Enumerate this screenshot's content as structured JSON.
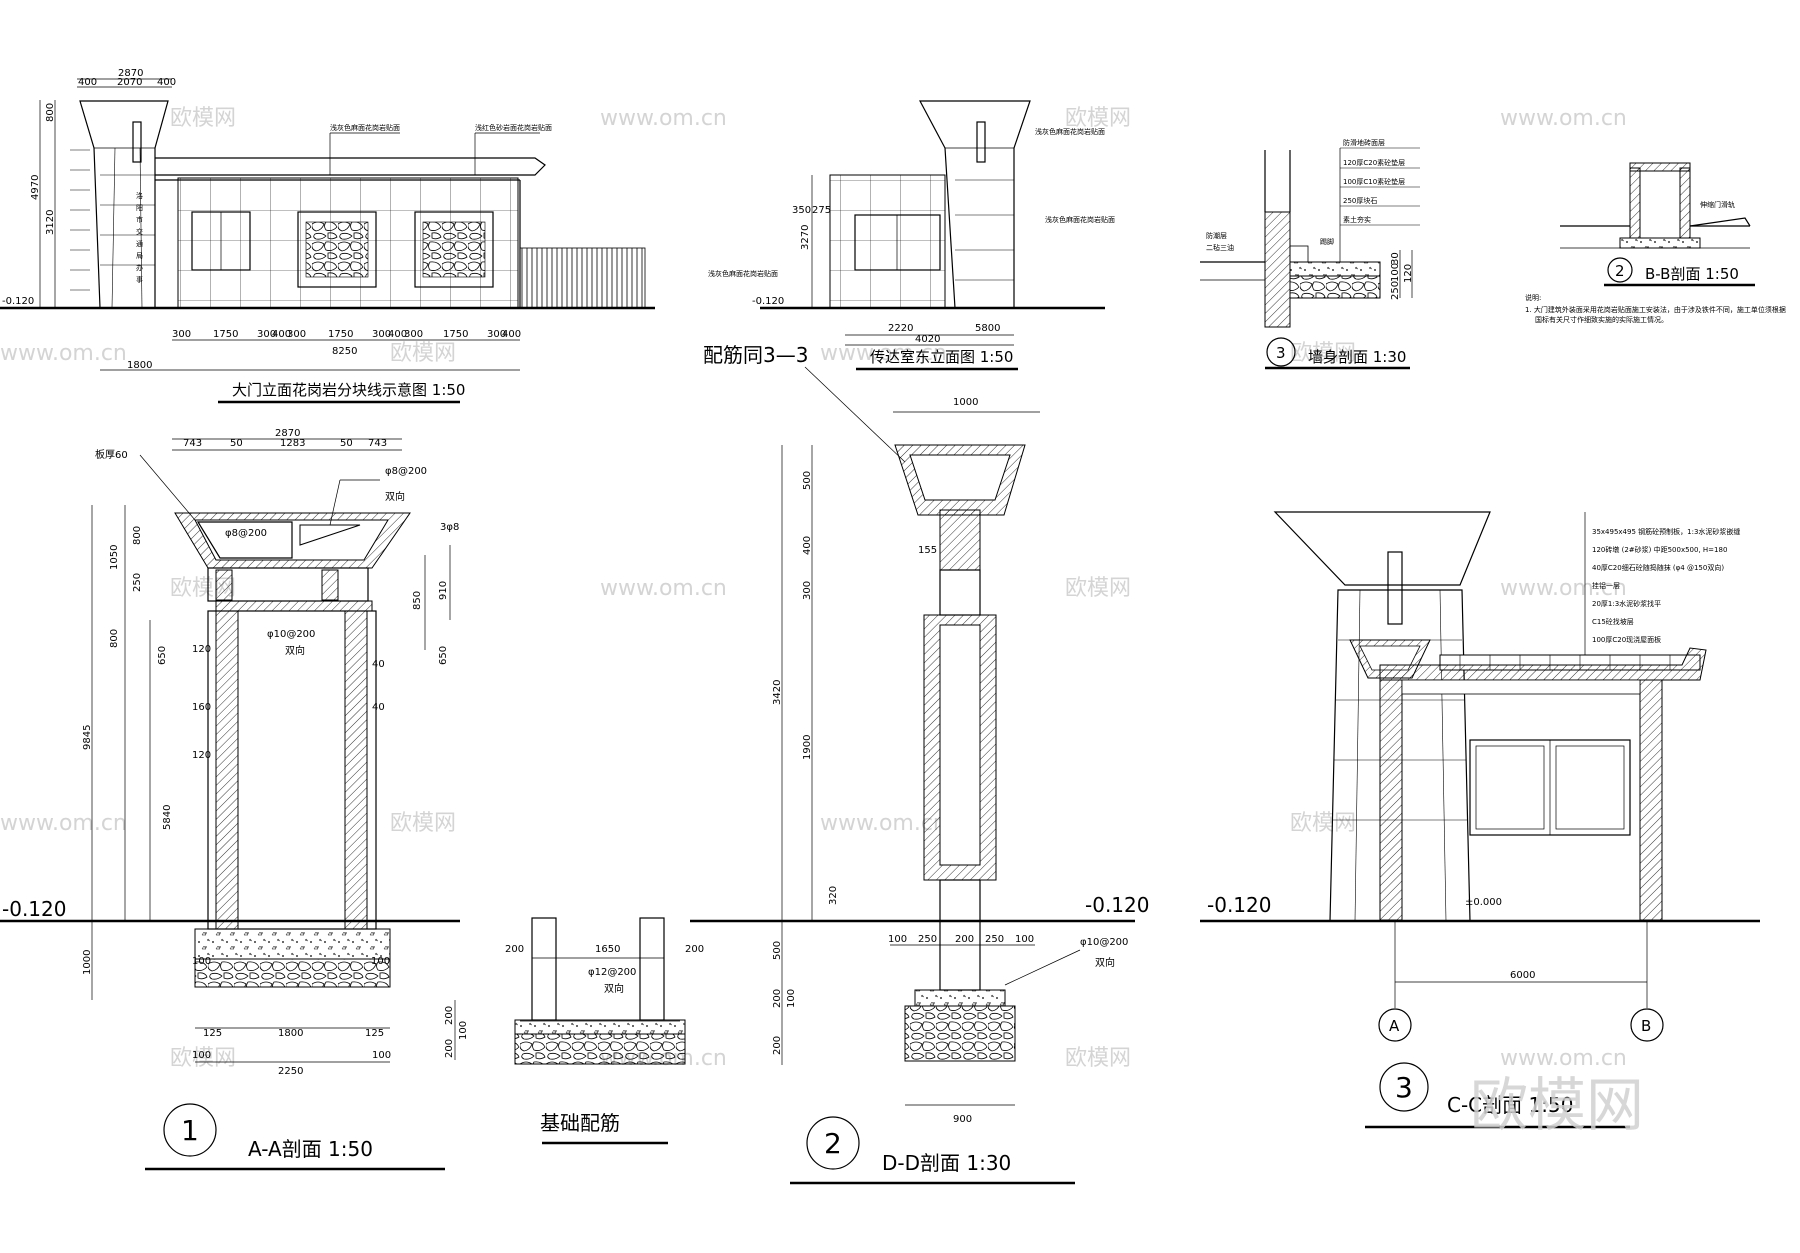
{
  "watermarks": {
    "brand": "欧模网",
    "url": "www.om.cn",
    "corner_logo": "欧模网"
  },
  "drawings": {
    "gate_elevation": {
      "title": "大门立面花岗岩分块线示意图  1:50",
      "level": "-0.120",
      "dims_top": [
        "2870",
        "400",
        "2070",
        "400"
      ],
      "dims_left": [
        "800",
        "4970",
        "3120"
      ],
      "dims_bottom": [
        "300",
        "1750",
        "300",
        "400",
        "300",
        "1750",
        "300",
        "400",
        "300",
        "1750",
        "300",
        "400"
      ],
      "dim_total": "8250",
      "dim_left_bottom": "1800",
      "notes": [
        "浅灰色麻面花岗岩贴面",
        "浅红色砂岩面花岗岩贴面"
      ]
    },
    "east_elevation": {
      "title": "传达室东立面图  1:50",
      "level": "-0.120",
      "dims_bottom": [
        "2220",
        "5800",
        "4020"
      ],
      "dims_left": [
        "3270",
        "350",
        "275"
      ],
      "notes": [
        "浅灰色麻面花岗岩贴面",
        "浅灰色麻面花岗岩贴面",
        "浅灰色麻面花岗岩贴面"
      ]
    },
    "wall_section": {
      "num": "3",
      "title": "墙身剖面  1:30",
      "layers": [
        "防滑地砖面层",
        "120厚C20素砼垫层",
        "100厚C10素砼垫层",
        "250厚块石",
        "素土夯实"
      ],
      "labels": [
        "防潮层",
        "二毡三油",
        "踢脚"
      ],
      "dims": [
        "30",
        "100",
        "250",
        "120"
      ]
    },
    "bb_section": {
      "num": "2",
      "title": "B-B剖面  1:50",
      "note_label": "伸缩门滑轨"
    },
    "notes": {
      "heading": "说明:",
      "text": "1. 大门建筑外装面采用花岗岩贴面施工安装法，由于涉及铁件不同，施工单位须根据",
      "text2": "国标有关尺寸作细致实施的实际施工情况。"
    },
    "aa_section": {
      "num": "1",
      "title": "A-A剖面   1:50",
      "level": "-0.120",
      "plate": "板厚60",
      "rebar": [
        "φ8@200",
        "φ8@200",
        "双向",
        "3φ8",
        "φ10@200",
        "双向"
      ],
      "dims_top": [
        "2870",
        "743",
        "50",
        "1283",
        "50",
        "743"
      ],
      "dims_left": [
        "1050",
        "800",
        "250",
        "800",
        "650",
        "120",
        "160",
        "120",
        "5840",
        "9845",
        "1000"
      ],
      "dims_right": [
        "850",
        "910",
        "650",
        "40",
        "40"
      ],
      "dims_bottom": [
        "100",
        "100",
        "1800",
        "125",
        "125",
        "100",
        "100",
        "2250"
      ]
    },
    "foundation": {
      "title": "基础配筋",
      "dims": [
        "200",
        "1650",
        "200",
        "200",
        "200",
        "100"
      ],
      "rebar": [
        "φ12@200",
        "双向"
      ]
    },
    "dd_section": {
      "num": "2",
      "title": "D-D剖面   1:30",
      "level": "-0.120",
      "ref": "配筋同3—3",
      "rebar": [
        "φ10@200",
        "双向"
      ],
      "dims_top": [
        "1000"
      ],
      "dims_left": [
        "500",
        "400",
        "300",
        "3420",
        "1900",
        "320",
        "500",
        "200",
        "100",
        "200"
      ],
      "dims_bottom": [
        "100",
        "250",
        "200",
        "250",
        "100",
        "900"
      ],
      "dim_155": "155"
    },
    "cc_section": {
      "num": "3",
      "title": "C-C剖面  1:50",
      "level": "-0.120",
      "floor": "±0.000",
      "axis_a": "A",
      "axis_b": "B",
      "span": "6000",
      "roof_layers": [
        "35x495x495 钢筋砼预制板，1:3水泥砂浆嵌缝",
        "120砖墩 (2#砂浆) 中距500x500, H=180",
        "40厚C20细石砼随捣随抹 (φ4 @150双向)",
        "挂铝一层",
        "20厚1:3水泥砂浆找平",
        "C15砼找坡层",
        "100厚C20现浇屋面板"
      ]
    }
  }
}
